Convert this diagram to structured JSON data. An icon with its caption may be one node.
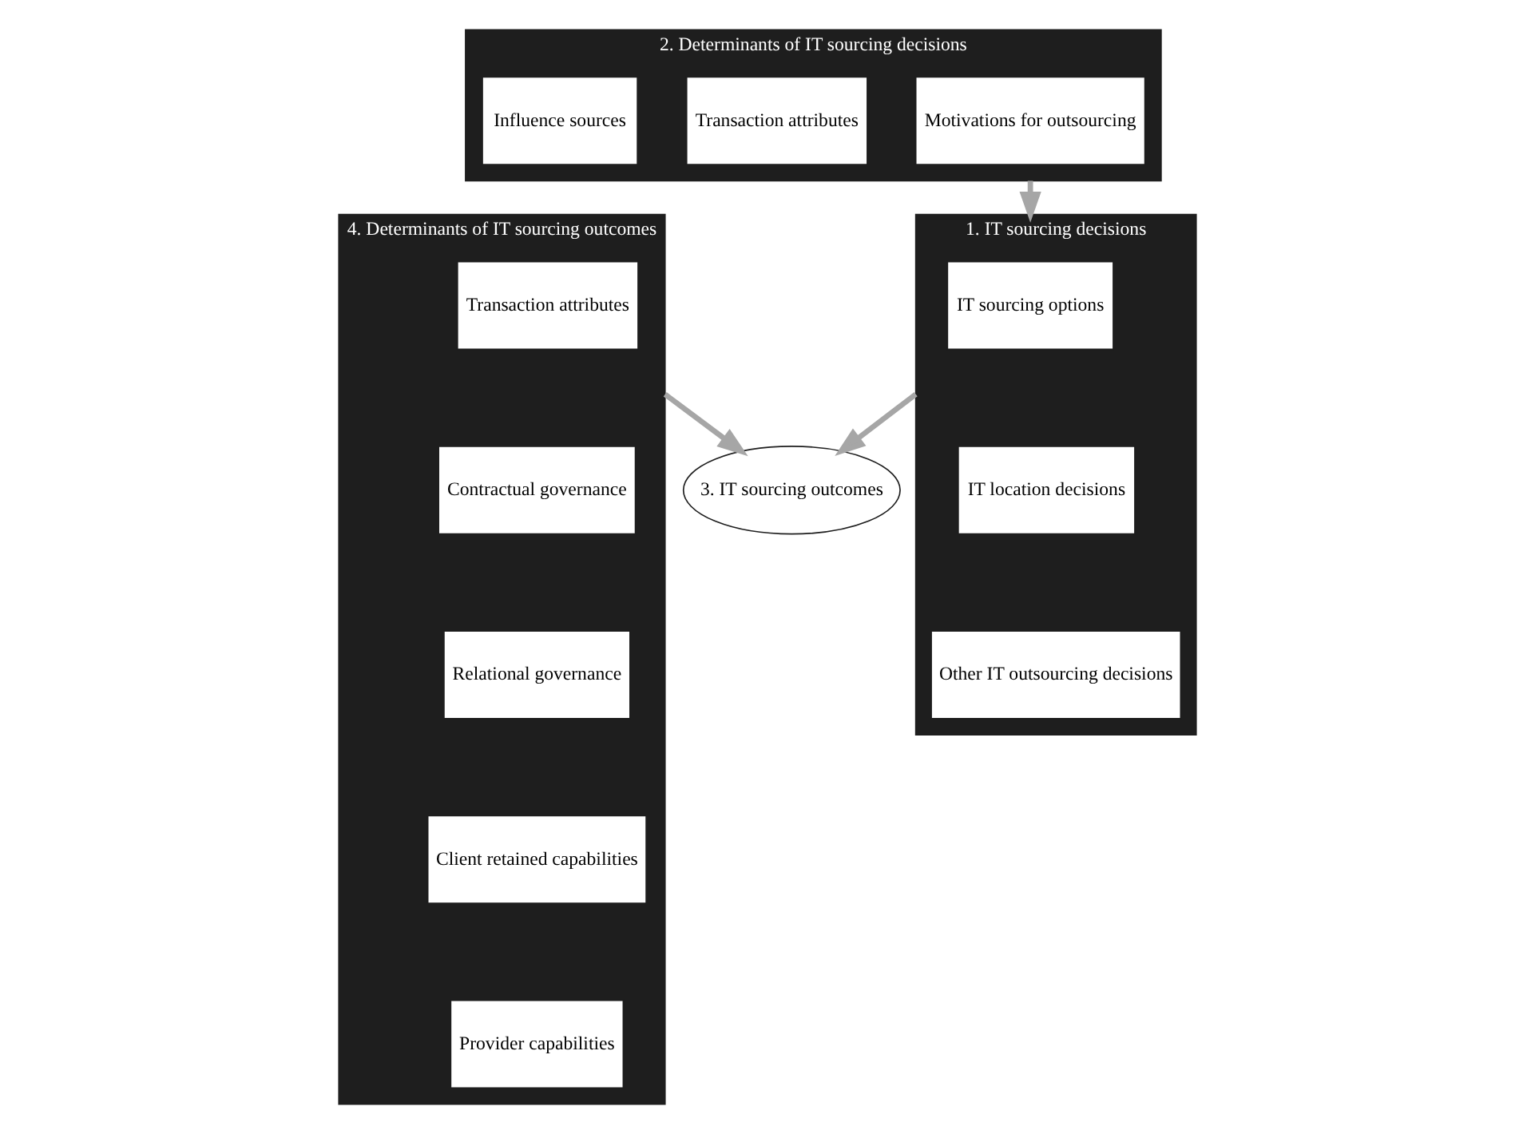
{
  "diagram": {
    "nodes": [
      {
        "text": [
          "1. IT sourcing decisions"
        ]
      },
      {
        "text": [
          "IT sourcing options"
        ],
        "in": 0
      },
      {
        "text": [
          "IT location decisions"
        ],
        "in": 0
      },
      {
        "text": [
          "Other IT outsourcing decisions"
        ],
        "in": 0
      },
      {
        "text": [
          "3. IT sourcing outcomes"
        ]
      },
      {
        "text": [
          "4. Determinants of IT sourcing outcomes"
        ]
      },
      {
        "text": [
          "Transaction attributes"
        ],
        "in": 5
      },
      {
        "text": [
          "Contractual governance"
        ],
        "in": 5
      },
      {
        "text": [
          "Relational governance"
        ],
        "in": 5
      },
      {
        "text": [
          "Client retained capabilities"
        ],
        "in": 5
      },
      {
        "text": [
          "Provider capabilities"
        ],
        "in": 5
      },
      {
        "text": [
          "2. Determinants of IT sourcing decisions"
        ]
      },
      {
        "text": [
          "Motivations for outsourcing"
        ],
        "in": 11
      },
      {
        "text": [
          "Transaction attributes"
        ],
        "in": 11
      },
      {
        "text": [
          "Influence sources"
        ],
        "in": 11
      }
    ],
    "edges": [
      {
        "from": 0,
        "to": 4,
        "arrow": "to"
      },
      {
        "from": 5,
        "to": 4,
        "arrow": "to"
      },
      {
        "from": 11,
        "to": 0,
        "arrow": "to"
      }
    ]
  }
}
